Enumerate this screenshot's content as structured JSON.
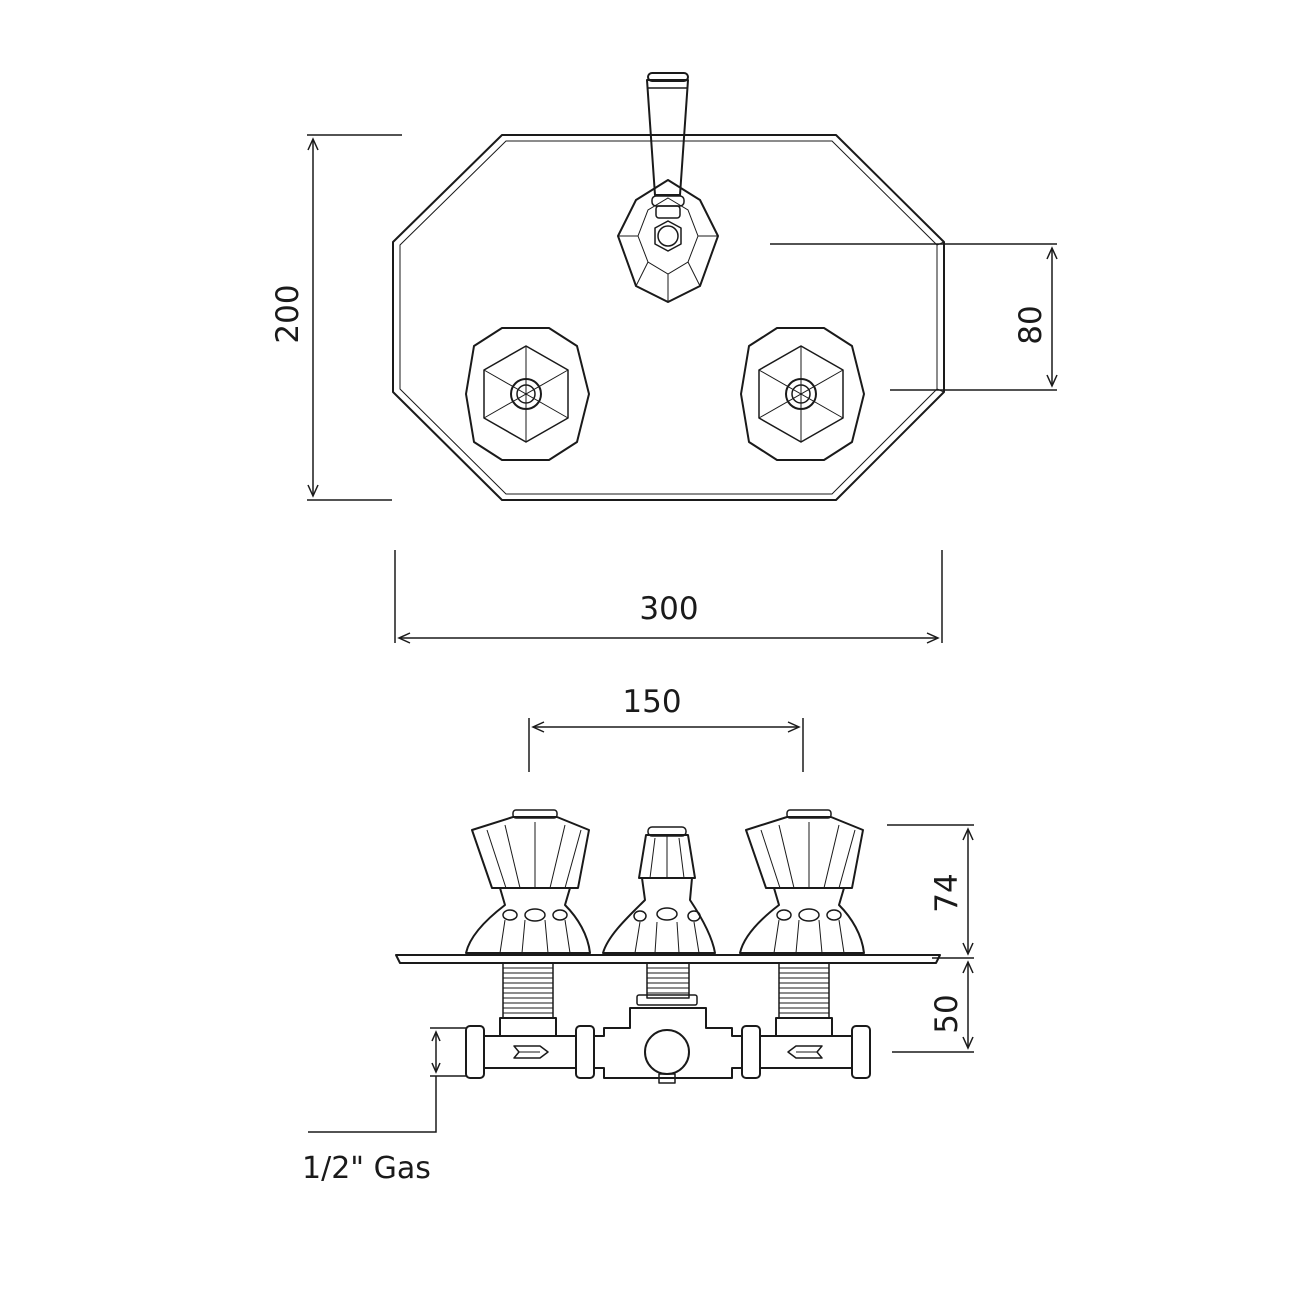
{
  "dimensions": {
    "width_overall": "300",
    "height_overall": "200",
    "handle_offset": "80",
    "valve_spacing": "150",
    "projection_front": "74",
    "depth_rear": "50"
  },
  "labels": {
    "connection": "1/2\" Gas"
  }
}
